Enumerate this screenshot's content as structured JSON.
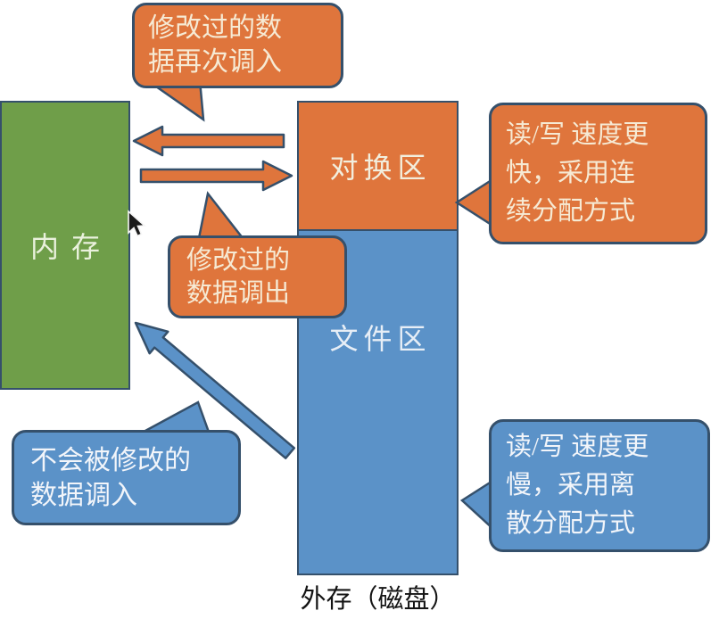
{
  "diagram": {
    "title_hint": "memory swapping between RAM and disk (swap area / file area)",
    "boxes": {
      "memory": {
        "label": "内存",
        "color": "#6f9e49"
      },
      "swap_area": {
        "label": "对换区",
        "color": "#df753c"
      },
      "file_area": {
        "label": "文件区",
        "color": "#5b92c8"
      }
    },
    "caption": "外存（磁盘）",
    "callouts": {
      "top": {
        "text": "修改过的数据再次调入",
        "lines": [
          "修改过的数",
          "据再次调入"
        ],
        "color": "#df753c"
      },
      "middle": {
        "text": "修改过的数据调出",
        "lines": [
          "修改过的",
          "数据调出"
        ],
        "color": "#df753c"
      },
      "bottom_left": {
        "text": "不会被修改的数据调入",
        "lines": [
          "不会被修改的",
          "数据调入"
        ],
        "color": "#5b92c8"
      },
      "right_top": {
        "text": "读/写 速度更快，采用连续分配方式",
        "lines": [
          "读/写 速度更",
          "快，采用连",
          "续分配方式"
        ],
        "color": "#df753c"
      },
      "right_bottom": {
        "text": "读/写 速度更慢，采用离散分配方式",
        "lines": [
          "读/写 速度更",
          "慢，采用离",
          "散分配方式"
        ],
        "color": "#5b92c8"
      }
    },
    "arrows": {
      "swap_to_memory": {
        "name": "swap-area-to-memory-arrow",
        "color": "#df753c",
        "direction": "left"
      },
      "memory_to_swap": {
        "name": "memory-to-swap-area-arrow",
        "color": "#df753c",
        "direction": "right"
      },
      "file_to_memory": {
        "name": "file-area-to-memory-arrow",
        "color": "#5b92c8",
        "direction": "up-left"
      }
    },
    "cursor": {
      "name": "mouse-arrow-pointer"
    },
    "palette": {
      "outline": "#35506b",
      "bubble_text": "#f6ead4",
      "caption_text": "#141414",
      "background": "#ffffff"
    }
  }
}
